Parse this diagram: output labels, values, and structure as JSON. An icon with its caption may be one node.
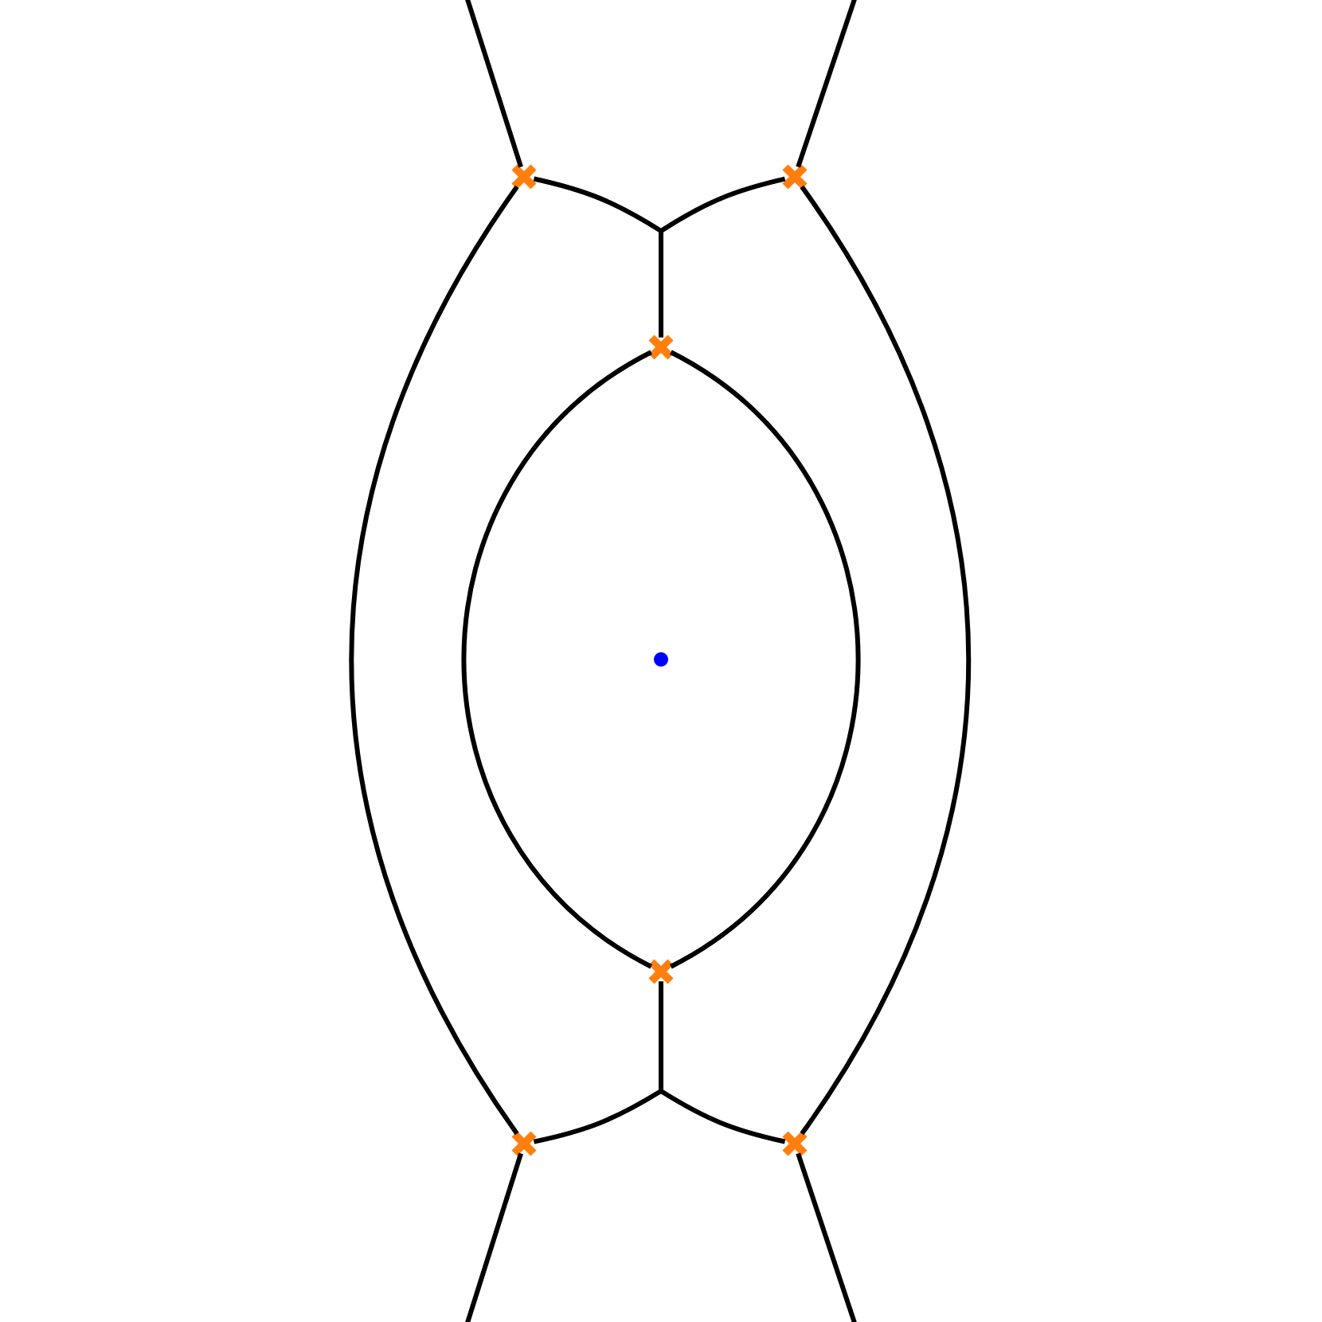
{
  "diagram": {
    "nodes": [
      {
        "text": [],
        "shape": "cross"
      },
      {
        "text": [],
        "shape": "cross"
      },
      {
        "text": [],
        "shape": "cross"
      },
      {
        "text": [],
        "shape": "dot"
      },
      {
        "text": [],
        "shape": "cross"
      },
      {
        "text": [],
        "shape": "cross"
      },
      {
        "text": [],
        "shape": "cross"
      }
    ],
    "edges": [
      {
        "from": null,
        "to": 0,
        "arrow": "none"
      },
      {
        "from": null,
        "to": 1,
        "arrow": "none"
      },
      {
        "from": 0,
        "to": 5,
        "arrow": "none"
      },
      {
        "from": 1,
        "to": 6,
        "arrow": "none"
      },
      {
        "from": 0,
        "to": 2,
        "arrow": "none"
      },
      {
        "from": 1,
        "to": 2,
        "arrow": "none"
      },
      {
        "from": 2,
        "to": 4,
        "arrow": "none"
      },
      {
        "from": 2,
        "to": 4,
        "arrow": "none"
      },
      {
        "from": 4,
        "to": 5,
        "arrow": "none"
      },
      {
        "from": 4,
        "to": 6,
        "arrow": "none"
      },
      {
        "from": 5,
        "to": null,
        "arrow": "none"
      },
      {
        "from": 6,
        "to": null,
        "arrow": "none"
      }
    ]
  }
}
